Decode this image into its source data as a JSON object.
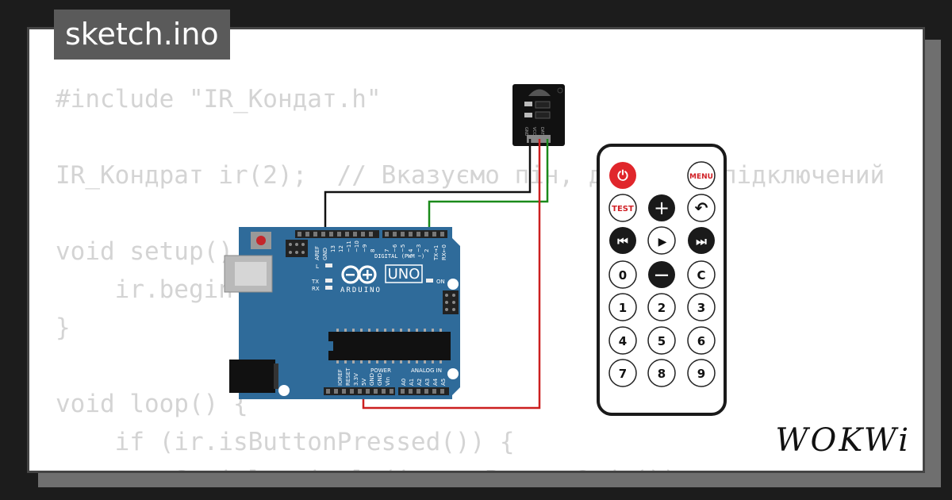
{
  "file_tab": {
    "label": "sketch.ino"
  },
  "code": {
    "lines": [
      "#include \"IR_Кондат.h\"",
      "",
      "IR_Кондрат ir(2);  // Вказуємо пін, до якого підключений",
      "",
      "void setup() {",
      "    ir.begin();",
      "}",
      "",
      "void loop() {",
      "    if (ir.isButtonPressed()) {",
      "        Serial.println(ir.getButtonCode());"
    ]
  },
  "ir_receiver": {
    "pin_labels": [
      "GND",
      "VCC",
      "DAT"
    ]
  },
  "arduino": {
    "model": "UNO",
    "brand": "ARDUINO",
    "digital_header_label": "DIGITAL (PWM ~)",
    "power_label": "POWER",
    "analog_label": "ANALOG IN",
    "aref": "AREF",
    "gnd": "GND",
    "led_l": "L",
    "led_tx": "TX",
    "led_rx": "RX",
    "led_on": "ON",
    "digital_pins": [
      "13",
      "12",
      "~11",
      "~10",
      "~9",
      "8",
      "7",
      "~6",
      "~5",
      "4",
      "~3",
      "2",
      "TX→1",
      "RX←0"
    ],
    "power_pins": [
      "IOREF",
      "RESET",
      "3.3V",
      "5V",
      "GND",
      "GND",
      "Vin"
    ],
    "analog_pins": [
      "A0",
      "A1",
      "A2",
      "A3",
      "A4",
      "A5"
    ]
  },
  "remote": {
    "buttons": {
      "power": "⏻",
      "menu": "MENU",
      "test": "TEST",
      "plus": "+",
      "back": "↶",
      "prev": "⏮",
      "play": "▶",
      "next": "⏭",
      "zero": "0",
      "minus": "—",
      "c": "C",
      "one": "1",
      "two": "2",
      "three": "3",
      "four": "4",
      "five": "5",
      "six": "6",
      "seven": "7",
      "eight": "8",
      "nine": "9"
    }
  },
  "brand_logo": {
    "text": "WOKWi"
  },
  "colors": {
    "background": "#1c1c1c",
    "card": "#ffffff",
    "tab": "#5a5a5a",
    "code_text": "#d4d4d4",
    "board": "#2f6b9a",
    "wire_gnd": "#111111",
    "wire_vcc": "#cc1f1f",
    "wire_dat": "#1a8a1a",
    "power_button": "#e0262b"
  }
}
